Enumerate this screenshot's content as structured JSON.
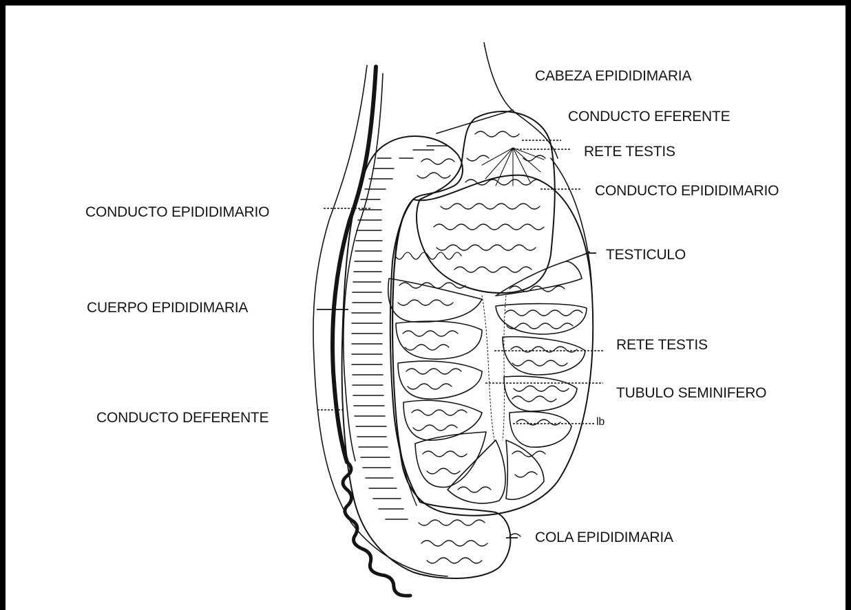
{
  "labels": {
    "cabeza_epididimaria": "CABEZA EPIDIDIMARIA",
    "conducto_eferente": "CONDUCTO EFERENTE",
    "rete_testis_top": "RETE TESTIS",
    "conducto_epididimario_right": "CONDUCTO EPIDIDIMARIO",
    "conducto_epididimario_left": "CONDUCTO EPIDIDIMARIO",
    "testiculo": "TESTICULO",
    "cuerpo_epididimaria": "CUERPO EPIDIDIMARIA",
    "rete_testis_mid": "RETE TESTIS",
    "tubulo_seminifero": "TUBULO SEMINIFERO",
    "conducto_deferente": "CONDUCTO DEFERENTE",
    "lb": "lb",
    "cola_epididimaria": "COLA EPIDIDIMARIA"
  },
  "colors": {
    "ink": "#141414",
    "border": "#000000",
    "background": "#ffffff"
  }
}
